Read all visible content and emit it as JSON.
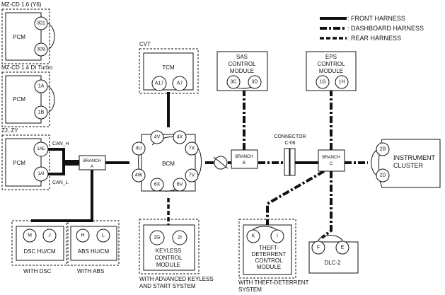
{
  "legend": {
    "front": ": FRONT HARNESS",
    "dashboard": ": DASHBOARD HARNESS",
    "rear": ": REAR HARNESS"
  },
  "pcm_groups": [
    {
      "caption": "MZ-CD 1.6 (Y6)",
      "name": "PCM",
      "pins": [
        "301",
        "309"
      ]
    },
    {
      "caption": "MZ-CD 1.4 DI Turbo",
      "name": "PCM",
      "pins": [
        "1A",
        "1B"
      ]
    },
    {
      "caption": "ZJ, ZY",
      "name": "PCM",
      "pins": [
        "1AE",
        "1AI"
      ],
      "can_h": "CAN_H",
      "can_l": "CAN_L"
    }
  ],
  "branch_a": {
    "line1": "BRANCH",
    "line2": "A"
  },
  "branch_b": {
    "line1": "BRANCH",
    "line2": "B"
  },
  "branch_c": {
    "line1": "BRANCH",
    "line2": "C"
  },
  "connector": {
    "line1": "CONNECTOR",
    "line2": "C-06"
  },
  "tcm": {
    "caption": "CVT",
    "name": "TCM",
    "pins": [
      "A17",
      "A7"
    ]
  },
  "bcm": {
    "name": "BCM",
    "pins": [
      "4V",
      "4X",
      "4U",
      "7X",
      "4W",
      "7V",
      "6X",
      "6V"
    ]
  },
  "sas": {
    "line1": "SAS",
    "line2": "CONTROL",
    "line3": "MODULE",
    "pins": [
      "3C",
      "3D"
    ]
  },
  "eps": {
    "line1": "EPS",
    "line2": "CONTROL",
    "line3": "MODULE",
    "pins": [
      "1G",
      "1H"
    ]
  },
  "instrument": {
    "line1": "INSTRUMENT",
    "line2": "CLUSTER",
    "pins": [
      "2B",
      "2D"
    ]
  },
  "dsc": {
    "name": "DSC HU/CM",
    "pins": [
      "M",
      "J"
    ],
    "caption": "WITH DSC"
  },
  "abs": {
    "name": "ABS HU/CM",
    "pins": [
      "H",
      "L"
    ],
    "caption": "WITH ABS"
  },
  "keyless": {
    "line1": "KEYLESS",
    "line2": "CONTROL",
    "line3": "MODULE",
    "pins": [
      "2G",
      "2I"
    ],
    "caption1": "WITH ADVANCED KEYLESS",
    "caption2": "AND START SYSTEM"
  },
  "theft": {
    "line1": "THEFT-",
    "line2": "DETERRENT",
    "line3": "CONTROL",
    "line4": "MODULE",
    "pins": [
      "K",
      "I"
    ],
    "caption1": "WITH THEFT-DETERRENT",
    "caption2": "SYSTEM"
  },
  "dlc": {
    "name": "DLC-2",
    "pins": [
      "F",
      "E"
    ]
  }
}
